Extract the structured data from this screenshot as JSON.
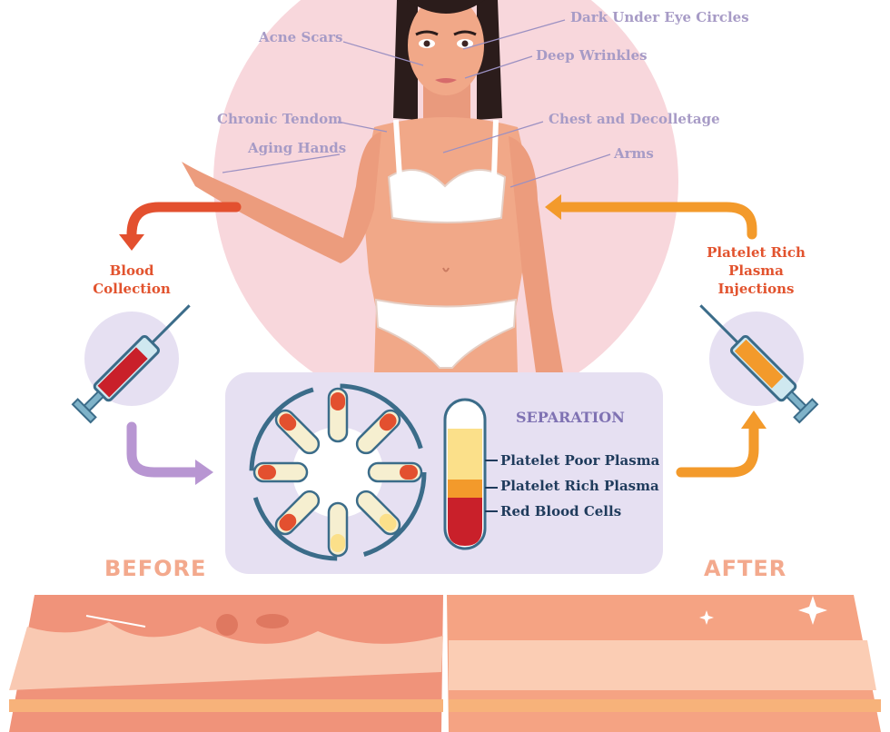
{
  "labels": {
    "acne_scars": "Acne Scars",
    "dark_under_eye": "Dark Under Eye Circles",
    "deep_wrinkles": "Deep Wrinkles",
    "chronic_tendom": "Chronic Tendom",
    "aging_hands": "Aging Hands",
    "chest": "Chest and Decolletage",
    "arms": "Arms"
  },
  "process": {
    "blood_collection": [
      "Blood",
      "Collection"
    ],
    "prp_injections": [
      "Platelet Rich",
      "Plasma",
      "Injections"
    ]
  },
  "separation": {
    "title": "SEPARATION",
    "layers": [
      "Platelet Poor Plasma",
      "Platelet Rich Plasma",
      "Red Blood Cells"
    ]
  },
  "comparison": {
    "before": "BEFORE",
    "after": "AFTER"
  },
  "colors": {
    "pink_circle": "#f8d7dc",
    "skin": "#f1a888",
    "hair": "#2b1c1b",
    "label_purple": "#a79bc6",
    "arrow_red": "#e3502f",
    "arrow_orange": "#f39a2b",
    "arrow_purple": "#b896d2",
    "panel": "#e6e0f2",
    "ppp": "#fbe08a",
    "prp": "#f39a2b",
    "rbc": "#c9202a"
  }
}
